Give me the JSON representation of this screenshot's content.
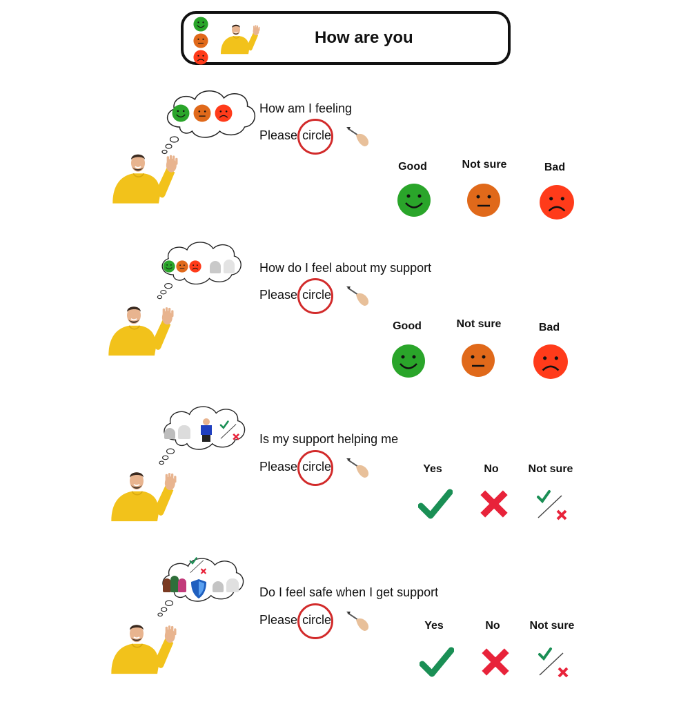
{
  "header": {
    "title": "How are you"
  },
  "prompt_prefix": "Please",
  "prompt_word": "circle",
  "sections": [
    {
      "question": "How am I feeling",
      "options": [
        "Good",
        "Not sure",
        "Bad"
      ],
      "kind": "faces"
    },
    {
      "question": "How do I feel about my support",
      "options": [
        "Good",
        "Not sure",
        "Bad"
      ],
      "kind": "faces"
    },
    {
      "question": "Is my support helping me",
      "options": [
        "Yes",
        "No",
        "Not sure"
      ],
      "kind": "checks"
    },
    {
      "question": "Do I feel safe when I get support",
      "options": [
        "Yes",
        "No",
        "Not sure"
      ],
      "kind": "checks"
    }
  ],
  "colors": {
    "good": "#2aa52a",
    "not_sure": "#e0691a",
    "bad": "#ff3b1a",
    "yes": "#1a8f55",
    "no": "#e8233a",
    "sweater": "#f2c21b",
    "circle_ring": "#d22b2b"
  },
  "icons": [
    "smiley-good-icon",
    "smiley-neutral-icon",
    "smiley-bad-icon",
    "check-icon",
    "cross-icon",
    "check-cross-icon",
    "pencil-hand-icon",
    "thought-cloud-icon",
    "person-waving-icon",
    "shield-icon"
  ]
}
